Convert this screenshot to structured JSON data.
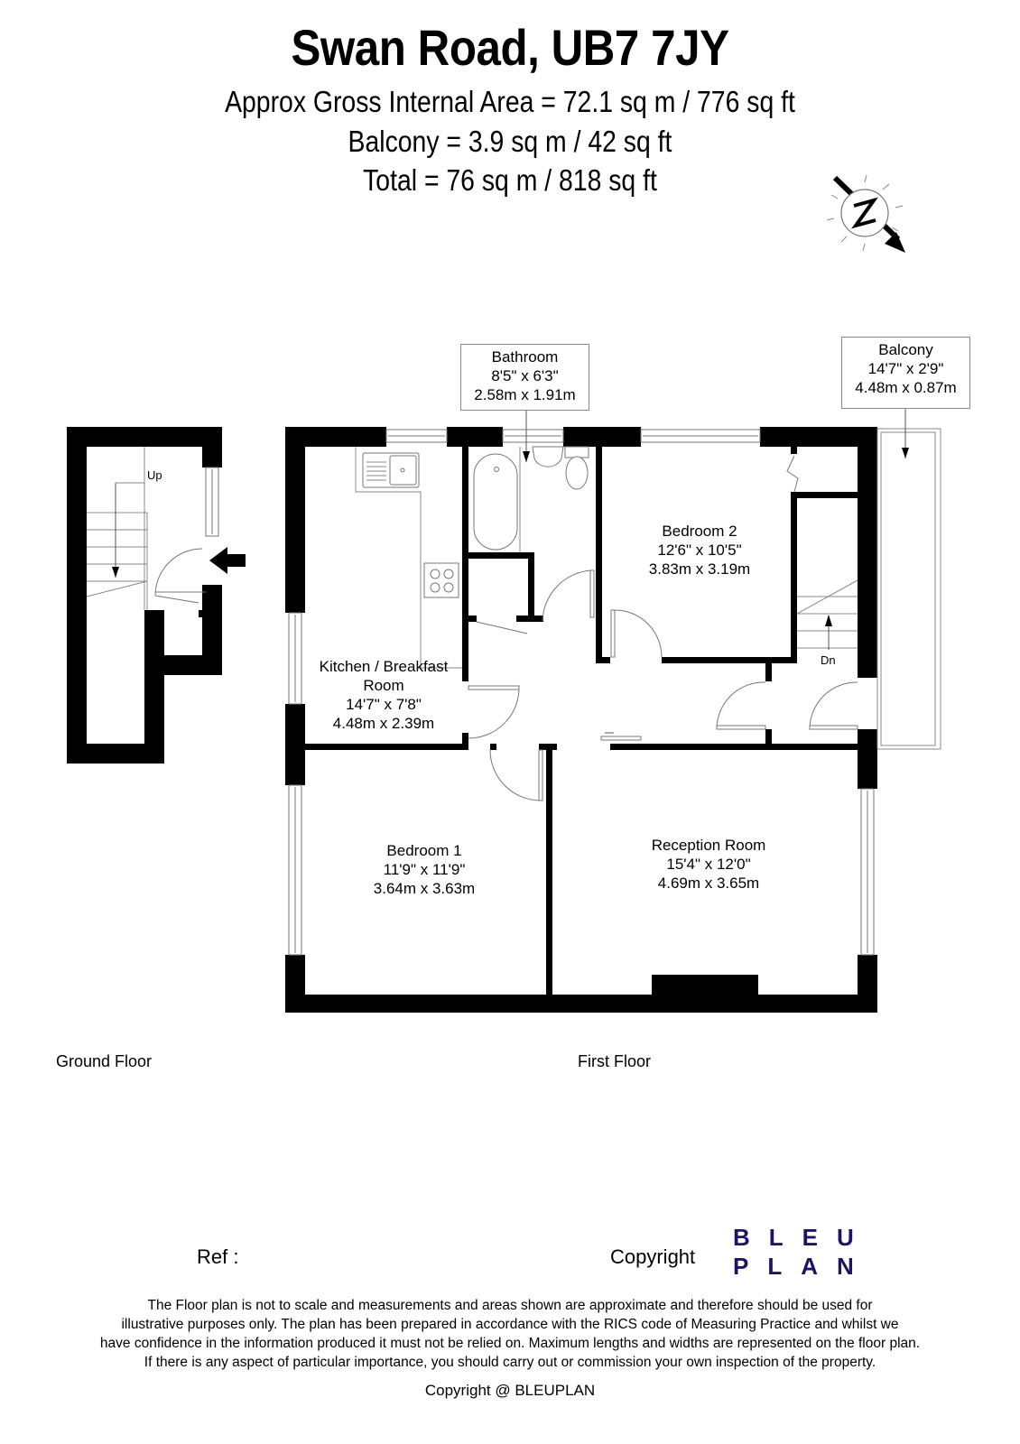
{
  "header": {
    "title": "Swan Road, UB7 7JY",
    "gross_internal_area": "Approx Gross Internal Area = 72.1 sq m / 776 sq ft",
    "balcony_area": "Balcony = 3.9 sq m / 42 sq ft",
    "total_area": "Total = 76 sq m / 818 sq ft"
  },
  "compass": {
    "icon": "north-arrow-compass-icon",
    "label": "N"
  },
  "ground_floor": {
    "label": "Ground Floor",
    "stairs_label": "Up",
    "entrance_icon": "entrance-arrow-icon"
  },
  "first_floor": {
    "label": "First Floor",
    "stairs_label": "Dn",
    "rooms": {
      "bathroom": {
        "name": "Bathroom",
        "imperial": "8'5\" x 6'3\"",
        "metric": "2.58m x 1.91m"
      },
      "balcony": {
        "name": "Balcony",
        "imperial": "14'7\" x 2'9\"",
        "metric": "4.48m x 0.87m"
      },
      "kitchen": {
        "name_line1": "Kitchen / Breakfast",
        "name_line2": "Room",
        "imperial": "14'7\" x 7'8\"",
        "metric": "4.48m x 2.39m"
      },
      "bedroom2": {
        "name": "Bedroom 2",
        "imperial": "12'6\" x 10'5\"",
        "metric": "3.83m x 3.19m"
      },
      "bedroom1": {
        "name": "Bedroom 1",
        "imperial": "11'9\" x 11'9\"",
        "metric": "3.64m x 3.63m"
      },
      "reception": {
        "name": "Reception Room",
        "imperial": "15'4\" x 12'0\"",
        "metric": "4.69m x 3.65m"
      }
    }
  },
  "footer": {
    "ref_label": "Ref  :",
    "copyright_label": "Copyright",
    "logo_line1": "BLEU",
    "logo_line2": "PLAN",
    "logo_color": "#1c1464",
    "disclaimer": [
      "The Floor plan is not to scale and measurements and areas shown are approximate and therefore should be used for",
      "illustrative purposes only. The plan has been prepared in accordance with the RICS code of Measuring Practice and whilst we",
      "have confidence in the information produced it must not be relied on. Maximum lengths and widths are represented on the floor plan.",
      "If there is any aspect of particular importance, you should carry out or commission your own inspection of the property."
    ],
    "copyright_footer": "Copyright @ BLEUPLAN"
  }
}
